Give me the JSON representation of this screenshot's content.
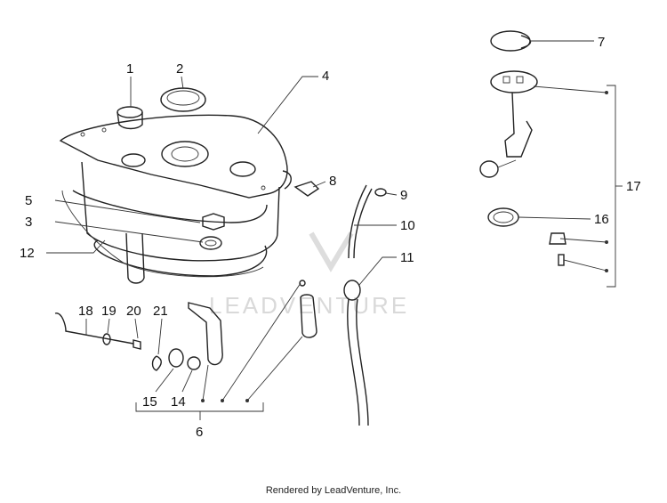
{
  "callouts": {
    "c1": "1",
    "c2": "2",
    "c3": "3",
    "c4": "4",
    "c5": "5",
    "c6": "6",
    "c7": "7",
    "c8": "8",
    "c9": "9",
    "c10": "10",
    "c11": "11",
    "c12": "12",
    "c14": "14",
    "c15": "15",
    "c16": "16",
    "c17": "17",
    "c18": "18",
    "c19": "19",
    "c20": "20",
    "c21": "21"
  },
  "watermark": "LEADVENTURE",
  "footer": "Rendered by LeadVenture, Inc."
}
